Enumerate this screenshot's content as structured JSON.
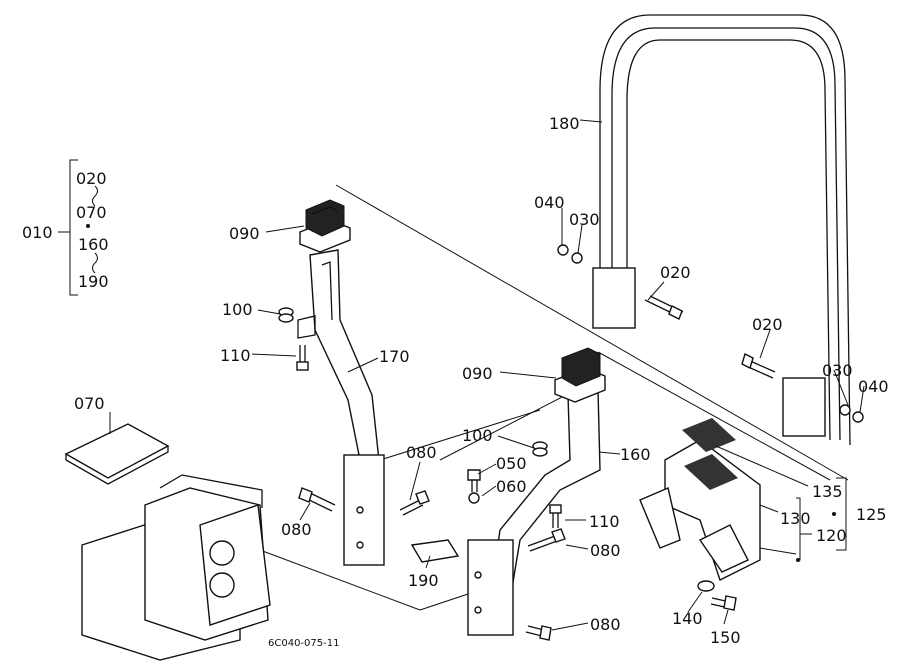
{
  "labels": {
    "p010": "010",
    "p020a": "020",
    "p070a": "070",
    "p160a": "160",
    "p190a": "190",
    "p180": "180",
    "p040a": "040",
    "p030a": "030",
    "p020b": "020",
    "p020c": "020",
    "p030b": "030",
    "p040b": "040",
    "p090a": "090",
    "p100a": "100",
    "p110a": "110",
    "p170": "170",
    "p090b": "090",
    "p100b": "100",
    "p160b": "160",
    "p070b": "070",
    "p080a": "080",
    "p050": "050",
    "p060": "060",
    "p080b": "080",
    "p110b": "110",
    "p080c": "080",
    "p190b": "190",
    "p080d": "080",
    "p135": "135",
    "p125": "125",
    "p130": "130",
    "p120": "120",
    "p140": "140",
    "p150": "150",
    "footer": "6C040-075-11"
  }
}
